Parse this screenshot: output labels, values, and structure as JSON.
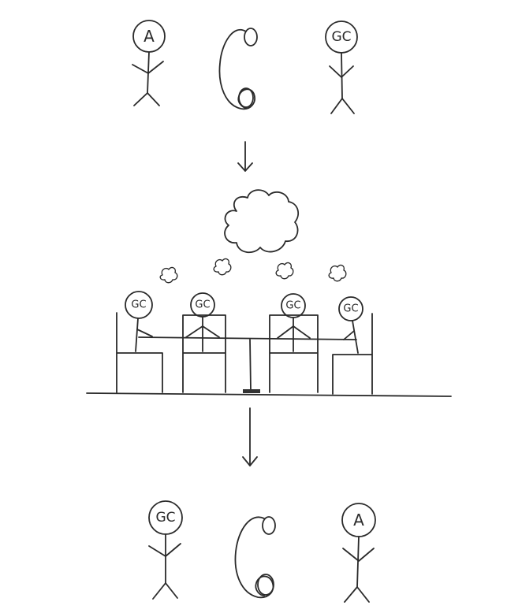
{
  "stage_top": {
    "left_person": {
      "label": "A"
    },
    "right_person": {
      "label": "GC"
    }
  },
  "stage_middle": {
    "people": [
      {
        "label": "GC"
      },
      {
        "label": "GC"
      },
      {
        "label": "GC"
      },
      {
        "label": "GC"
      }
    ]
  },
  "stage_bottom": {
    "left_person": {
      "label": "GC"
    },
    "right_person": {
      "label": "A"
    }
  },
  "colors": {
    "ink": "#2a2a2a",
    "paper": "#ffffff",
    "table_base": "#333333"
  }
}
